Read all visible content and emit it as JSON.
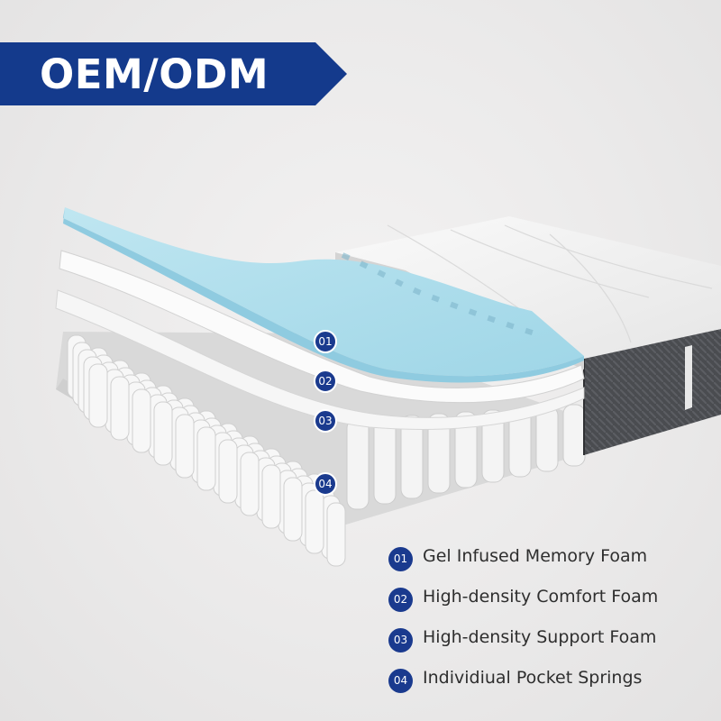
{
  "banner": {
    "title": "OEM/ODM",
    "color": "#143a8c"
  },
  "layers": [
    {
      "number": "01",
      "label": "Gel Infused Memory Foam"
    },
    {
      "number": "02",
      "label": "High-density Comfort Foam"
    },
    {
      "number": "03",
      "label": "High-density Support Foam"
    },
    {
      "number": "04",
      "label": "Individiual Pocket Springs"
    }
  ],
  "colors": {
    "badge": "#1a3a8e",
    "gel_foam": "#a8dcea",
    "foam": "#f4f4f4",
    "side_panel": "#4a4c50"
  }
}
